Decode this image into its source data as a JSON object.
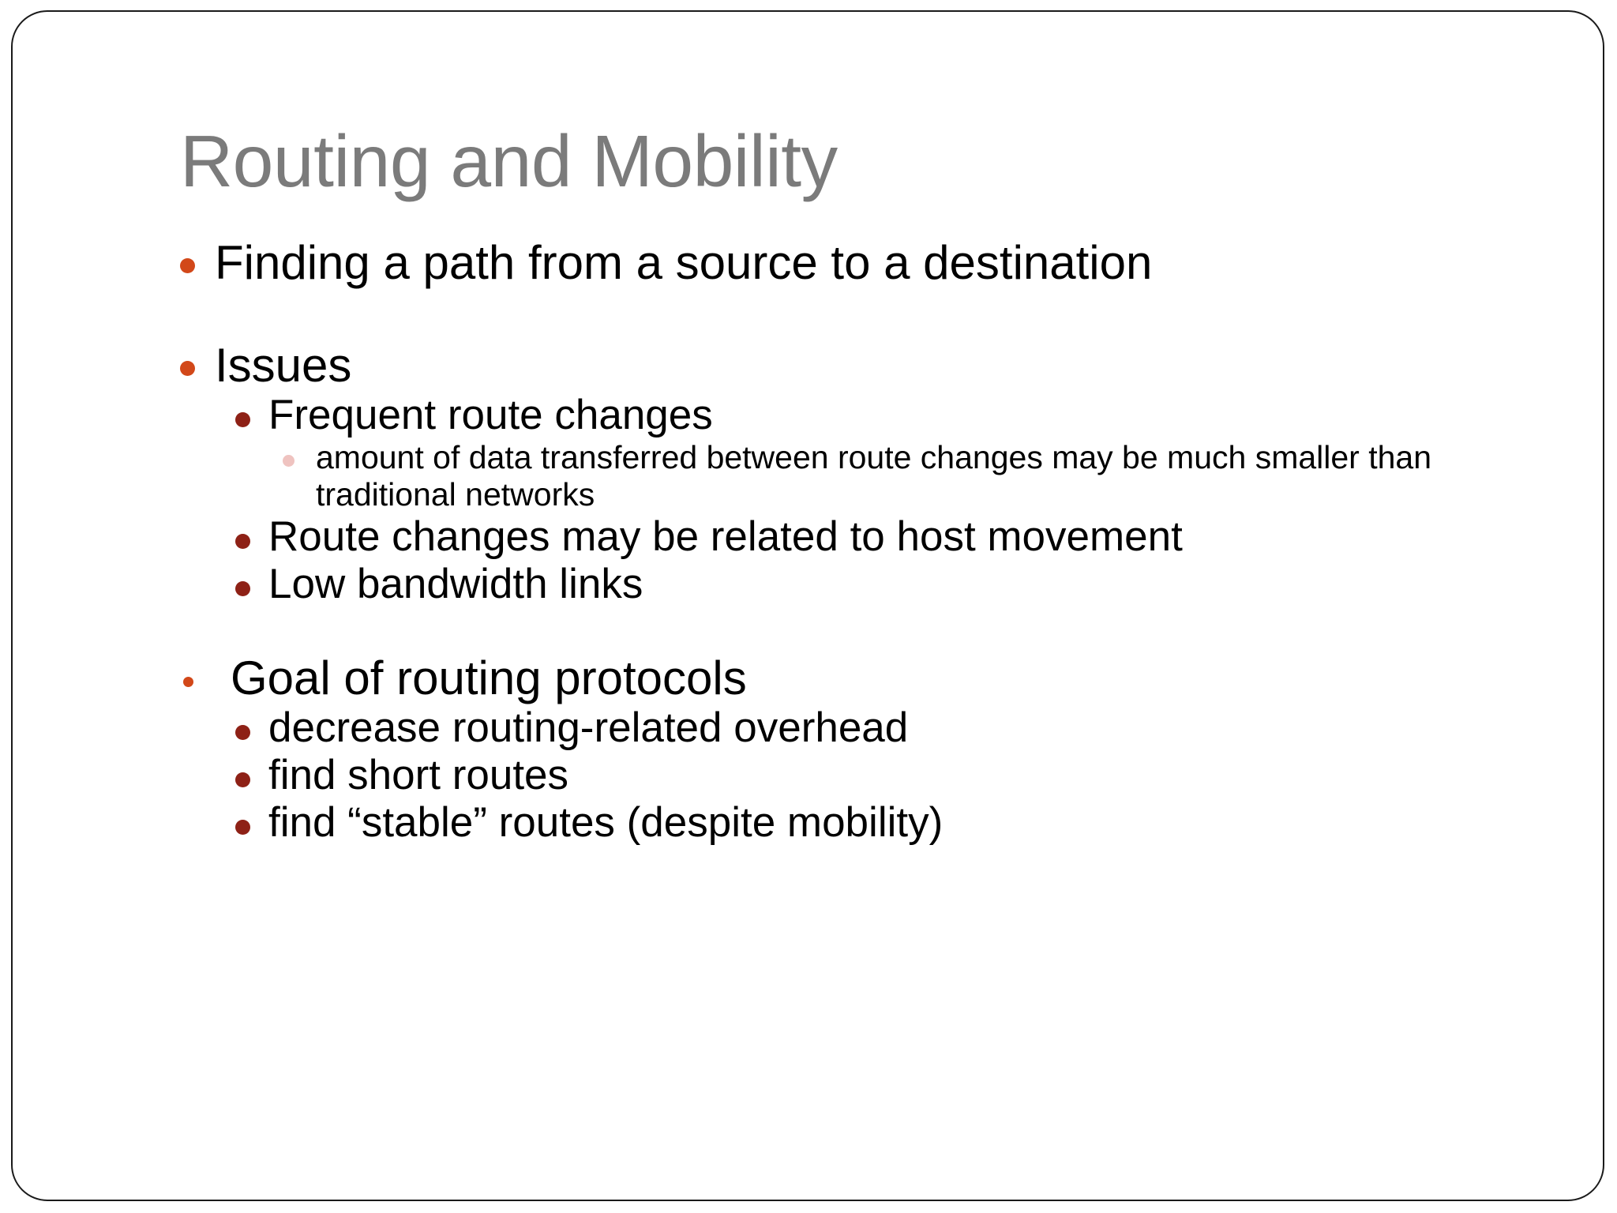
{
  "slide": {
    "title": "Routing and Mobility",
    "title_color": "#7b7b7b",
    "background_color": "#ffffff",
    "frame_color": "#1a1a1a",
    "bullet_colors": {
      "level1": "#d24819",
      "level2": "#8e2116",
      "level3": "#efc3c0"
    },
    "body": {
      "intro": "Finding a path from a source to a destination",
      "issues_heading": "Issues",
      "issues": [
        "Frequent route changes",
        "Route changes may be related to host movement",
        "Low bandwidth links"
      ],
      "issues_detail": "amount of data transferred between route changes may be much smaller than traditional networks",
      "goal_heading": "Goal of routing protocols",
      "goals": [
        "decrease routing-related overhead",
        "find short routes",
        "find “stable” routes (despite mobility)"
      ]
    }
  }
}
